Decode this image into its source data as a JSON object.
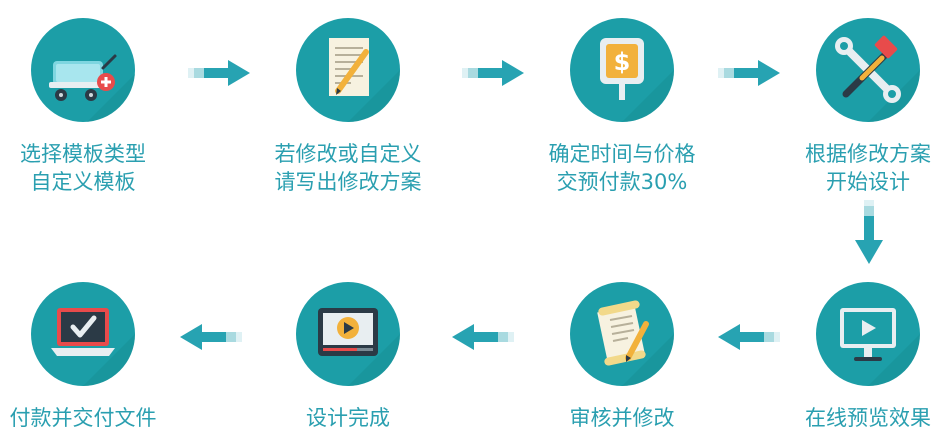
{
  "steps": [
    {
      "line1": "选择模板类型",
      "line2": "自定义模板",
      "icon": "shopping-cart-icon"
    },
    {
      "line1": "若修改或自定义",
      "line2": "请写出修改方案",
      "icon": "document-pencil-icon"
    },
    {
      "line1": "确定时间与价格",
      "line2": "交预付款30%",
      "icon": "price-sign-icon"
    },
    {
      "line1": "根据修改方案",
      "line2": "开始设计",
      "icon": "tools-icon"
    },
    {
      "line1": "在线预览效果",
      "icon": "monitor-play-icon"
    },
    {
      "line1": "审核并修改",
      "icon": "scroll-pencil-icon"
    },
    {
      "line1": "设计完成",
      "icon": "video-player-icon"
    },
    {
      "line1": "付款并交付文件",
      "icon": "laptop-check-icon"
    }
  ],
  "colors": {
    "circle": "#1c9ea7",
    "text": "#2a9fb0",
    "arrow": "#27a3b2"
  }
}
